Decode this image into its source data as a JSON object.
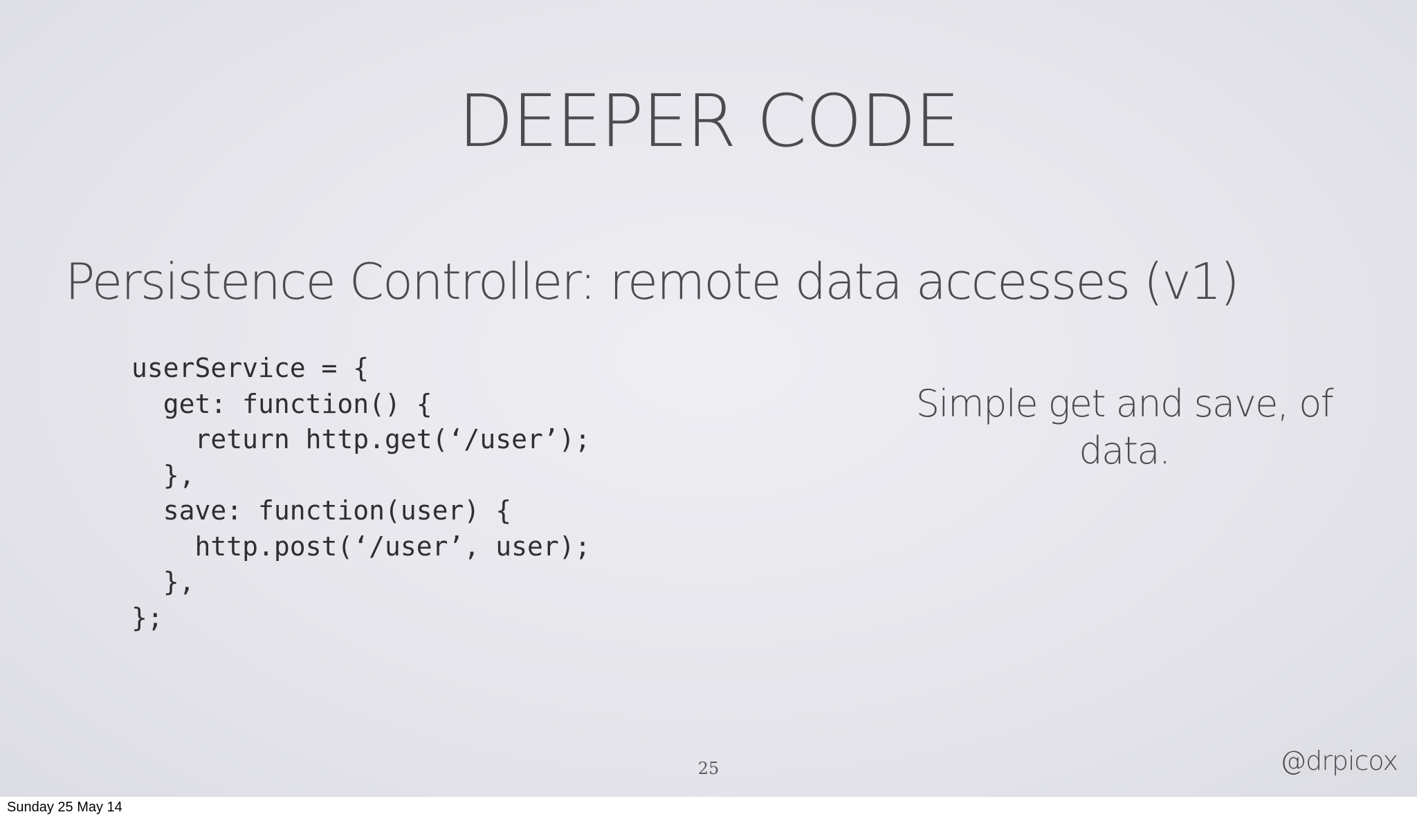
{
  "slide": {
    "title": "DEEPER CODE",
    "heading": "Persistence Controller: remote data accesses (v1)",
    "code_lines": [
      "userService = {",
      "  get: function() {",
      "    return http.get(‘/user’);",
      "  },",
      "  save: function(user) {",
      "    http.post(‘/user’, user);",
      "  },",
      "};"
    ],
    "note_lines": [
      "Simple get and save, of",
      "data."
    ],
    "page_number": "25",
    "author_handle": "@drpicox"
  },
  "footer": {
    "date": "Sunday 25 May 14"
  },
  "colors": {
    "slide_background": "#e6e6ec",
    "text": "#4b4b50",
    "code_text": "#2f2f33"
  }
}
